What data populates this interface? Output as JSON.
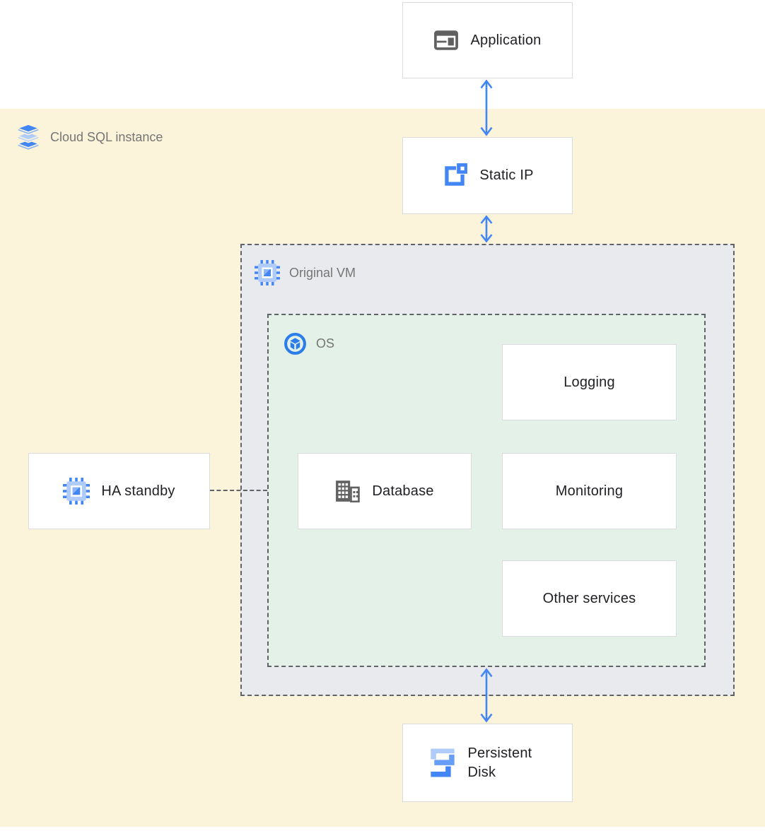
{
  "zones": {
    "cloud_sql": {
      "label": "Cloud SQL instance",
      "icon": "cloud-sql-icon",
      "background": "#fcf4da"
    },
    "original_vm": {
      "label": "Original VM",
      "icon": "compute-engine-icon",
      "background": "#e8eaed",
      "border_style": "dashed"
    },
    "os": {
      "label": "OS",
      "icon": "os-icon",
      "background": "#e3f1e9",
      "border_style": "dashed"
    }
  },
  "nodes": {
    "application": {
      "label": "Application",
      "icon": "application-icon"
    },
    "static_ip": {
      "label": "Static IP",
      "icon": "static-ip-icon"
    },
    "ha_standby": {
      "label": "HA standby",
      "icon": "compute-engine-icon"
    },
    "database": {
      "label": "Database",
      "icon": "database-icon"
    },
    "logging": {
      "label": "Logging"
    },
    "monitoring": {
      "label": "Monitoring"
    },
    "other_services": {
      "label": "Other services"
    },
    "persistent_disk": {
      "label": "Persistent Disk",
      "icon": "persistent-disk-icon"
    }
  },
  "connections": [
    {
      "from": "Application",
      "to": "Static IP",
      "type": "double-headed-arrow",
      "color": "#4285f4"
    },
    {
      "from": "Static IP",
      "to": "Original VM",
      "type": "double-headed-arrow",
      "color": "#4285f4"
    },
    {
      "from": "OS",
      "to": "Persistent Disk",
      "type": "double-headed-arrow",
      "color": "#4285f4"
    },
    {
      "from": "HA standby",
      "to": "OS",
      "type": "dashed-line",
      "color": "#5f6368"
    }
  ],
  "colors": {
    "arrow_blue": "#4285f4",
    "dashed_border": "#5f6368",
    "node_border": "#dadce0",
    "label_dark": "#202124",
    "label_gray": "#757575",
    "icon_gray": "#616161",
    "icon_blue": "#4285f4",
    "icon_blue_medium": "#8ab4f8",
    "icon_blue_light": "#aecbfa"
  }
}
